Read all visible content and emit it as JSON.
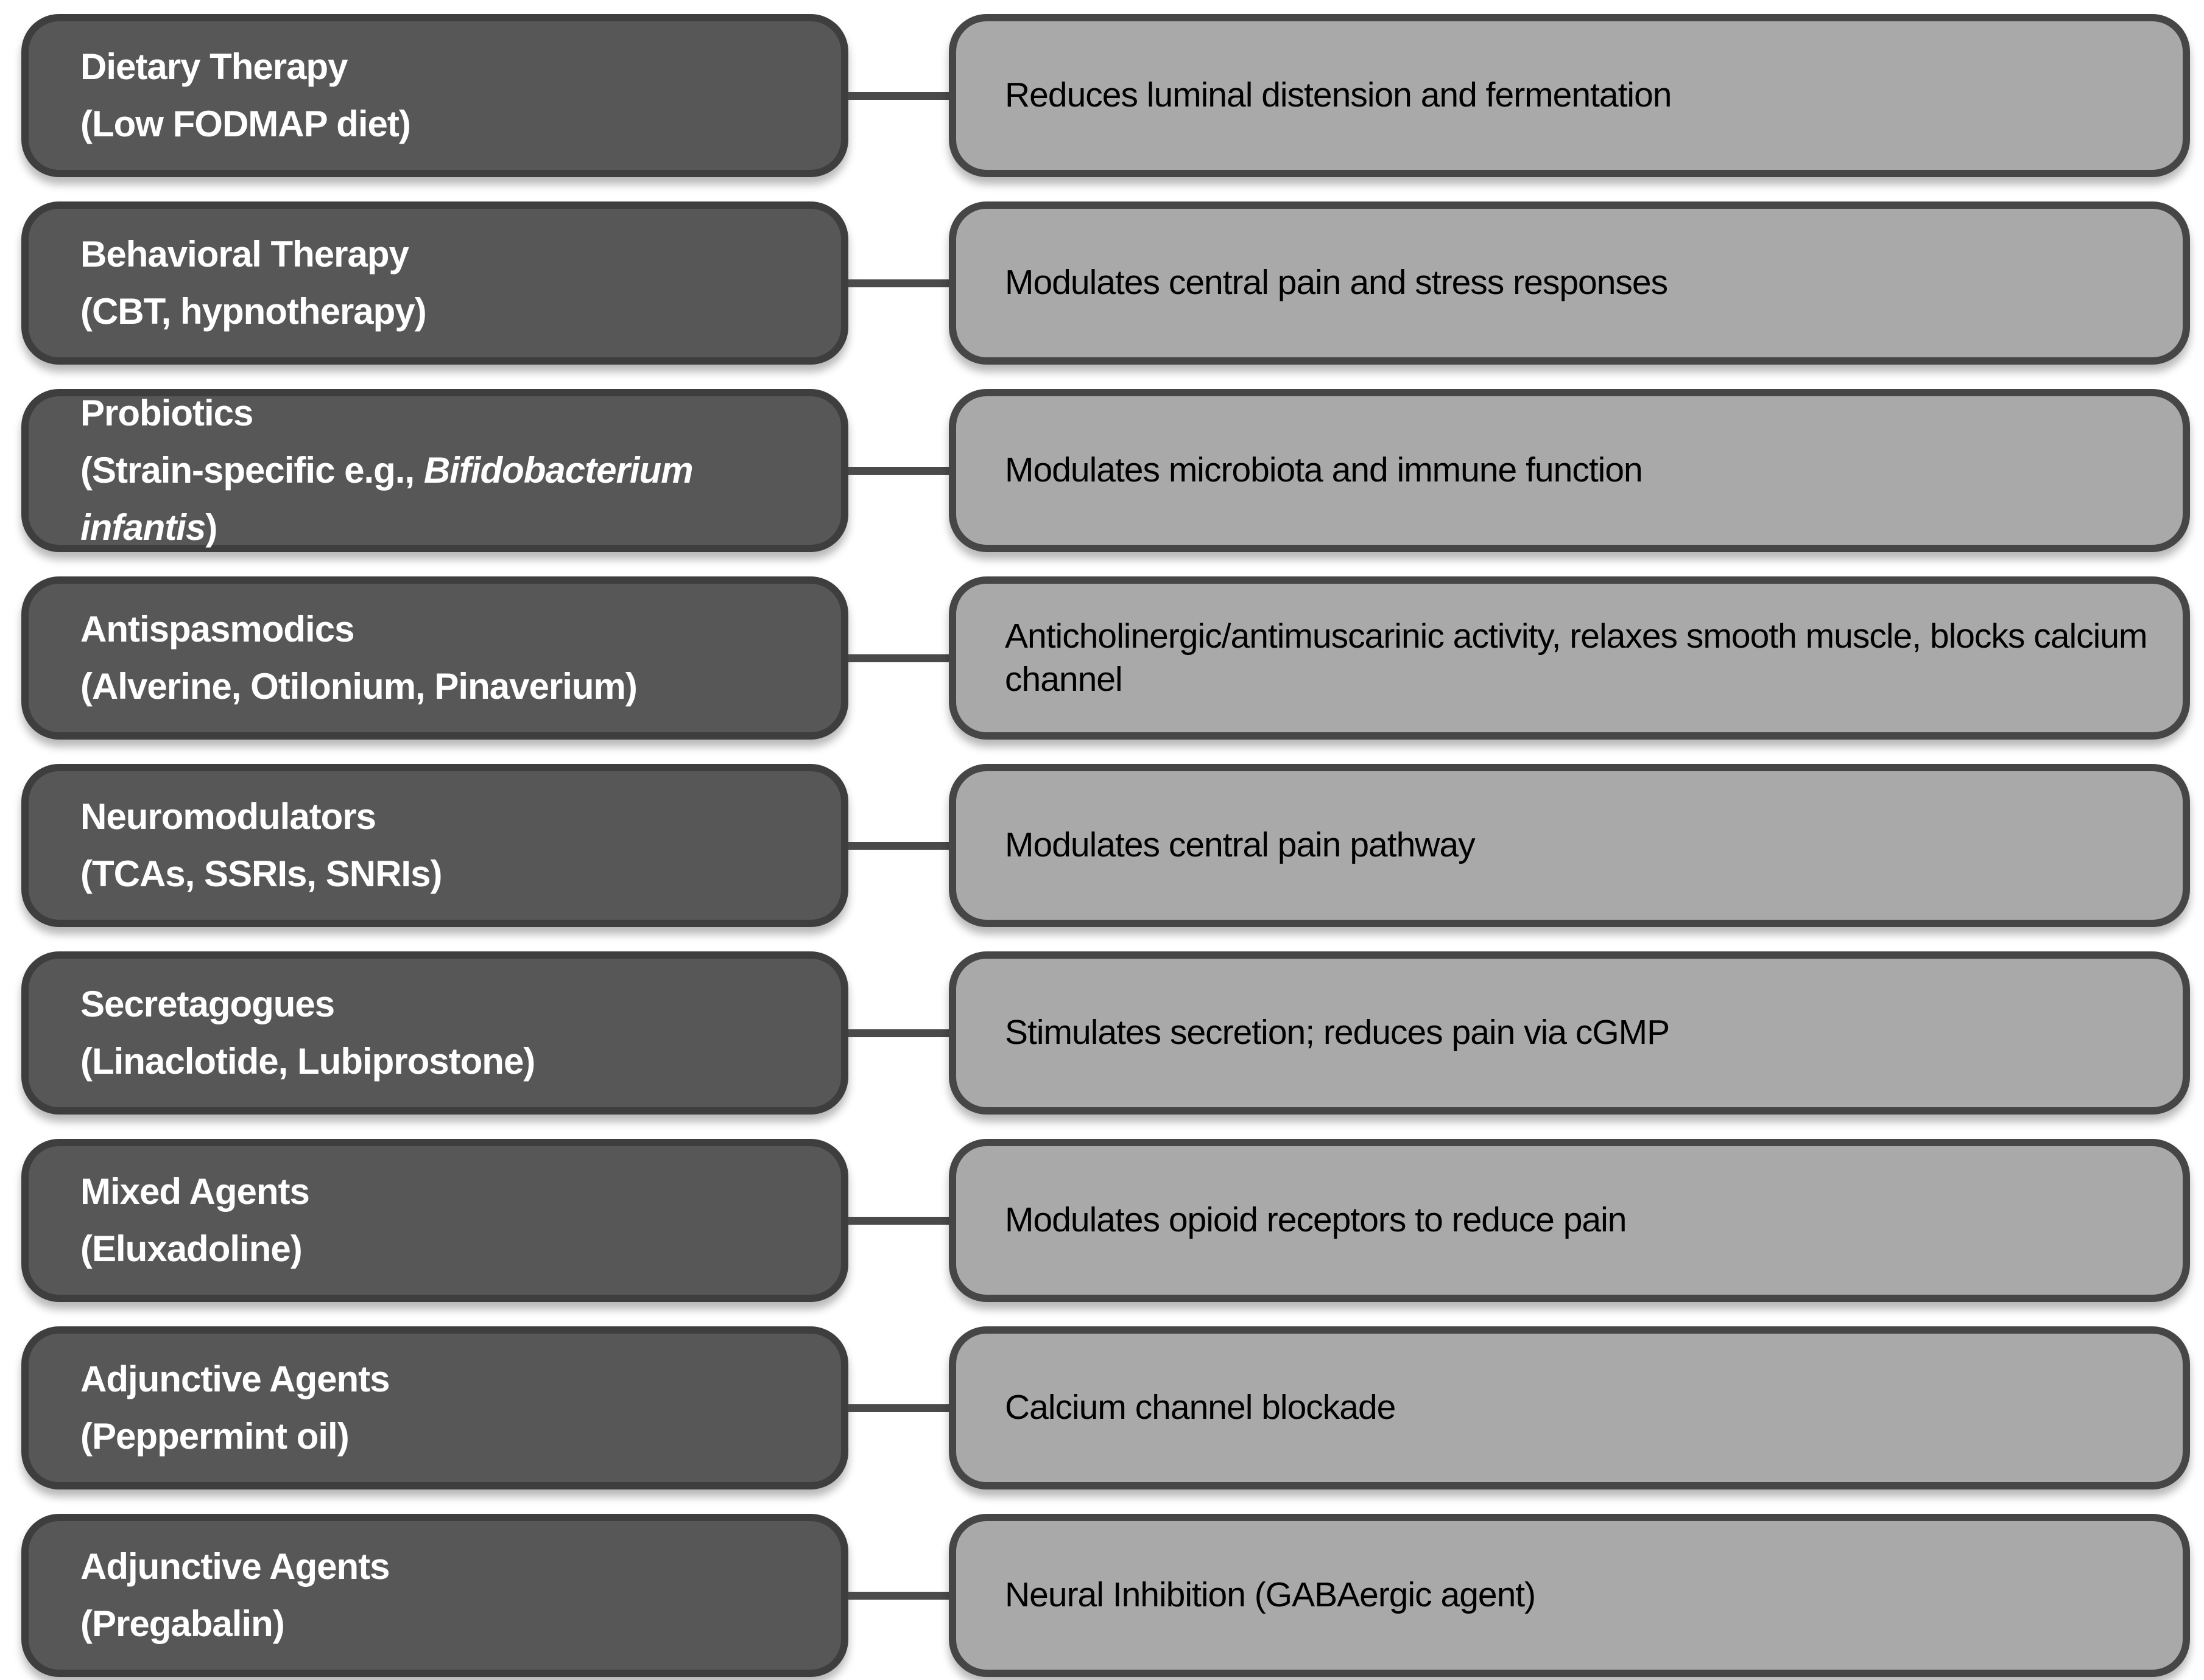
{
  "diagram": {
    "description": "Two-column diagram linking IBS therapy categories to their mechanisms of action",
    "colors": {
      "category_box_fill": "#575757",
      "category_box_border": "#3e3e3e",
      "category_text": "#ffffff",
      "mechanism_box_fill": "#a9a9a9",
      "mechanism_box_border": "#464646",
      "mechanism_text": "#000000",
      "connector": "#4a4a4a",
      "background": "#ffffff"
    },
    "rows": [
      {
        "category": {
          "title": "Dietary Therapy",
          "subtitle_parts": [
            {
              "text": "(Low FODMAP diet)",
              "italic": false
            }
          ]
        },
        "mechanism": "Reduces luminal distension and fermentation"
      },
      {
        "category": {
          "title": "Behavioral Therapy",
          "subtitle_parts": [
            {
              "text": "(CBT, hypnotherapy)",
              "italic": false
            }
          ]
        },
        "mechanism": "Modulates central pain and stress responses"
      },
      {
        "category": {
          "title": "Probiotics",
          "subtitle_parts": [
            {
              "text": "(Strain-specific e.g., ",
              "italic": false
            },
            {
              "text": "Bifidobacterium infantis",
              "italic": true
            },
            {
              "text": ")",
              "italic": false
            }
          ]
        },
        "mechanism": "Modulates microbiota and immune function"
      },
      {
        "category": {
          "title": "Antispasmodics",
          "subtitle_parts": [
            {
              "text": "(Alverine, Otilonium, Pinaverium)",
              "italic": false
            }
          ]
        },
        "mechanism": "Anticholinergic/antimuscarinic activity, relaxes smooth muscle, blocks calcium channel"
      },
      {
        "category": {
          "title": "Neuromodulators",
          "subtitle_parts": [
            {
              "text": "(TCAs, SSRIs, SNRIs)",
              "italic": false
            }
          ]
        },
        "mechanism": "Modulates central pain pathway"
      },
      {
        "category": {
          "title": "Secretagogues",
          "subtitle_parts": [
            {
              "text": "(Linaclotide, Lubiprostone)",
              "italic": false
            }
          ]
        },
        "mechanism": "Stimulates secretion; reduces pain via cGMP"
      },
      {
        "category": {
          "title": "Mixed Agents",
          "subtitle_parts": [
            {
              "text": "(Eluxadoline)",
              "italic": false
            }
          ]
        },
        "mechanism": "Modulates opioid receptors to reduce pain"
      },
      {
        "category": {
          "title": "Adjunctive Agents",
          "subtitle_parts": [
            {
              "text": "(Peppermint oil)",
              "italic": false
            }
          ]
        },
        "mechanism": "Calcium channel blockade"
      },
      {
        "category": {
          "title": "Adjunctive Agents",
          "subtitle_parts": [
            {
              "text": "(Pregabalin)",
              "italic": false
            }
          ]
        },
        "mechanism": "Neural Inhibition (GABAergic agent)"
      }
    ]
  }
}
